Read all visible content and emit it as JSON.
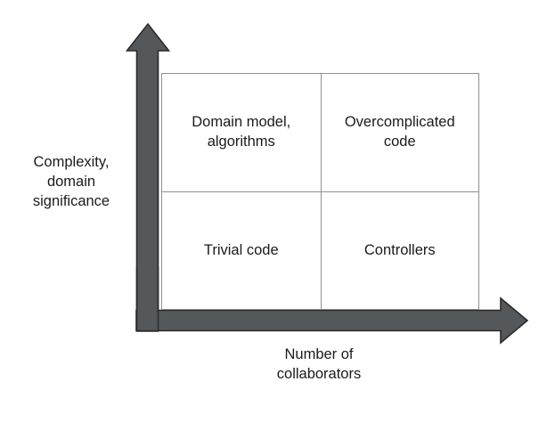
{
  "diagram": {
    "type": "2x2-quadrant-matrix",
    "y_axis": {
      "label": "Complexity,\ndomain\nsignificance",
      "direction": "up",
      "arrow_color": "#55585a"
    },
    "x_axis": {
      "label": "Number of\ncollaborators",
      "direction": "right",
      "arrow_color": "#55585a"
    },
    "grid": {
      "line_color": "#8d9193",
      "columns": 2,
      "rows": 2
    },
    "quadrants": [
      {
        "position": "top-left",
        "label": "Domain model,\nalgorithms"
      },
      {
        "position": "top-right",
        "label": "Overcomplicated\ncode"
      },
      {
        "position": "bottom-left",
        "label": "Trivial code"
      },
      {
        "position": "bottom-right",
        "label": "Controllers"
      }
    ],
    "colors": {
      "arrow_fill": "#55585a",
      "arrow_stroke": "#2b2b2b",
      "grid_line": "#8d9193",
      "text": "#1b1b1b",
      "background": "#ffffff"
    }
  }
}
